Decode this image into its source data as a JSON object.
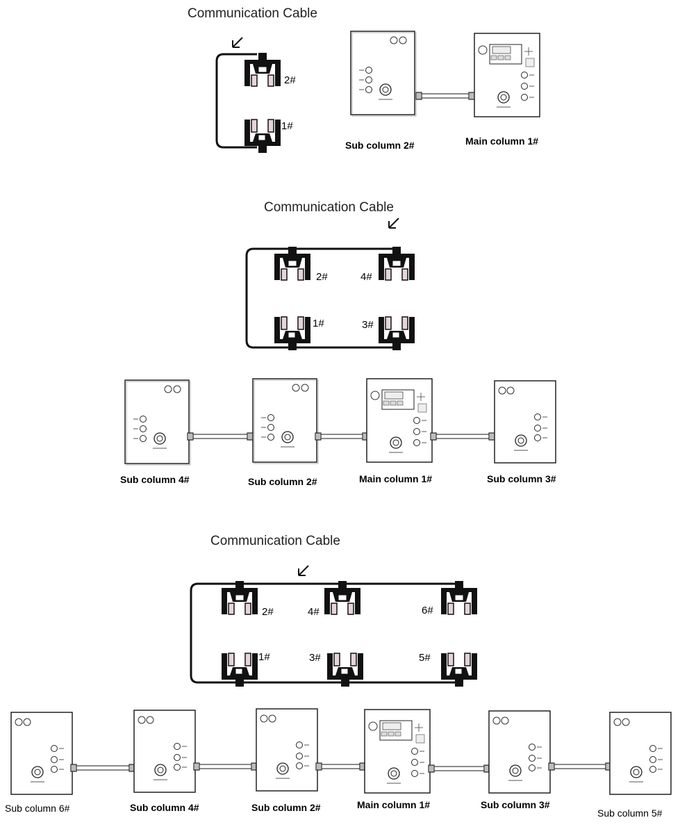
{
  "diagrams": [
    {
      "cable_title": "Communication Cable",
      "columns": [
        {
          "number": "2#"
        },
        {
          "number": "1#"
        }
      ],
      "boxes": [
        {
          "label": "Sub column 2#"
        },
        {
          "label": "Main column 1#"
        }
      ]
    },
    {
      "cable_title": "Communication Cable",
      "columns": [
        {
          "number": "2#"
        },
        {
          "number": "4#"
        },
        {
          "number": "1#"
        },
        {
          "number": "3#"
        }
      ],
      "boxes": [
        {
          "label": "Sub column 4#"
        },
        {
          "label": "Sub column 2#"
        },
        {
          "label": "Main column 1#"
        },
        {
          "label": "Sub column 3#"
        }
      ]
    },
    {
      "cable_title": "Communication Cable",
      "columns": [
        {
          "number": "2#"
        },
        {
          "number": "4#"
        },
        {
          "number": "6#"
        },
        {
          "number": "1#"
        },
        {
          "number": "3#"
        },
        {
          "number": "5#"
        }
      ],
      "boxes": [
        {
          "label": "Sub column 6#"
        },
        {
          "label": "Sub column 4#"
        },
        {
          "label": "Sub column 2#"
        },
        {
          "label": "Main column 1#"
        },
        {
          "label": "Sub column 3#"
        },
        {
          "label": "Sub column 5#"
        }
      ]
    }
  ],
  "colors": {
    "line": "#000000",
    "box_fill": "#ffffff",
    "lift_fill": "#111111",
    "pad_fill": "#e6d4d8"
  },
  "icons": [
    "arrow-icon",
    "column-lift-icon",
    "control-box-icon",
    "cable-connector-icon"
  ]
}
